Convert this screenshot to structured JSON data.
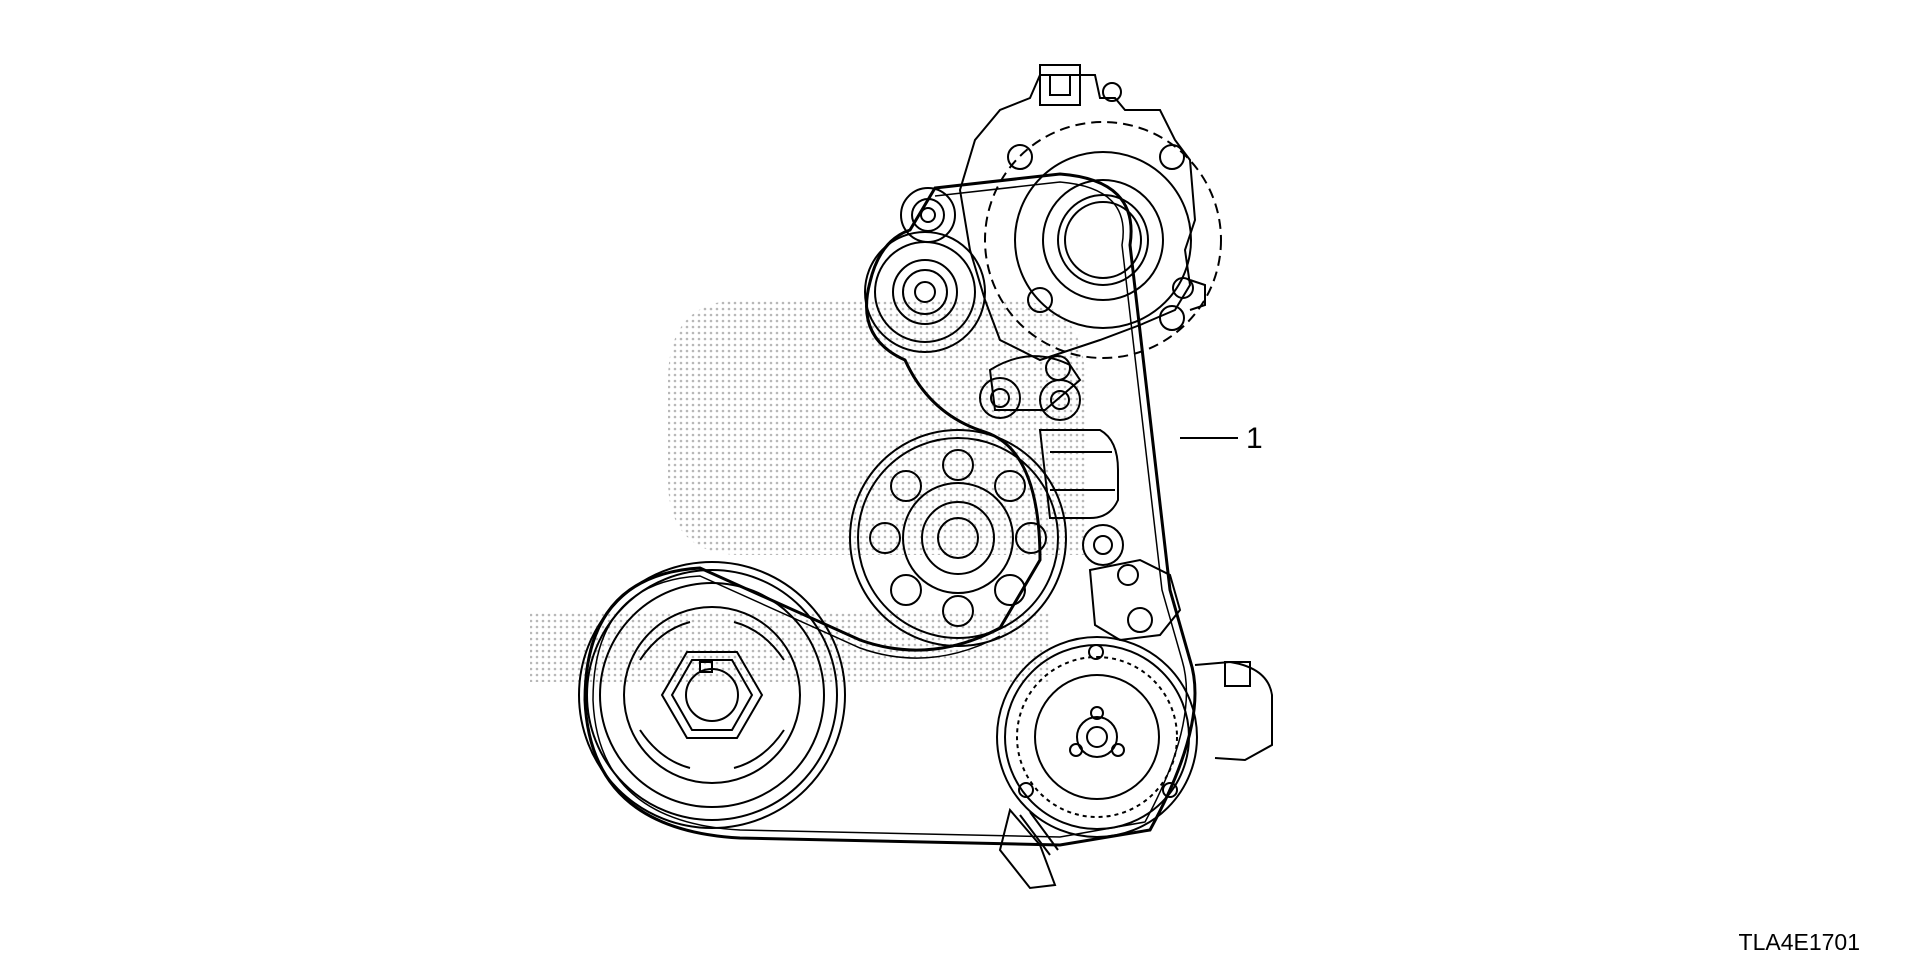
{
  "diagram": {
    "callouts": [
      {
        "number": "1",
        "part": "belt"
      }
    ],
    "figure_code": "TLA4E1701",
    "colors": {
      "line": "#000000",
      "watermark": "#b8b8b8",
      "background": "#ffffff"
    }
  }
}
